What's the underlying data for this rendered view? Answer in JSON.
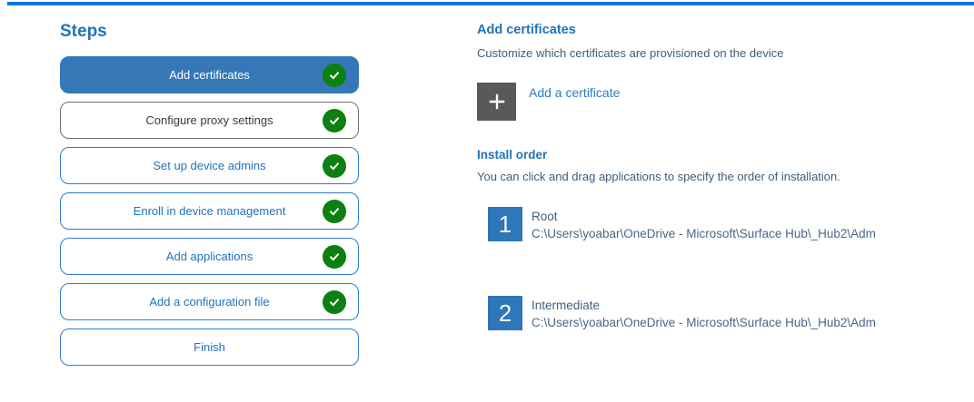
{
  "sidebar": {
    "title": "Steps",
    "steps": [
      {
        "label": "Add certificates",
        "state": "active",
        "completed": true
      },
      {
        "label": "Configure proxy settings",
        "state": "visited",
        "completed": true
      },
      {
        "label": "Set up device admins",
        "state": "normal",
        "completed": true
      },
      {
        "label": "Enroll in device management",
        "state": "normal",
        "completed": true
      },
      {
        "label": "Add applications",
        "state": "normal",
        "completed": true
      },
      {
        "label": "Add a configuration file",
        "state": "normal",
        "completed": true
      },
      {
        "label": "Finish",
        "state": "normal",
        "completed": false
      }
    ]
  },
  "main": {
    "heading": "Add certificates",
    "description": "Customize which certificates are provisioned on the device",
    "add_button": {
      "icon": "plus-icon",
      "label": "Add a certificate"
    },
    "install_order": {
      "heading": "Install order",
      "hint": "You can click and drag applications to specify the order of installation.",
      "items": [
        {
          "order": "1",
          "name": "Root",
          "path": "C:\\Users\\yoabar\\OneDrive - Microsoft\\Surface Hub\\_Hub2\\Adm"
        },
        {
          "order": "2",
          "name": "Intermediate",
          "path": "C:\\Users\\yoabar\\OneDrive - Microsoft\\Surface Hub\\_Hub2\\Adm"
        }
      ]
    }
  },
  "colors": {
    "accent_line": "#0078d7",
    "active_step_bg": "#3577b7",
    "step_border": "#2e7bc9",
    "step_text": "#1d72c4",
    "visited_step_border": "#6e6e6e",
    "visited_step_text": "#3a3a3a",
    "check_green": "#0c8010",
    "heading_blue": "#2273b9",
    "body_text": "#3c5d7c",
    "order_badge_blue": "#2e77b8",
    "add_square_gray": "#595959"
  }
}
